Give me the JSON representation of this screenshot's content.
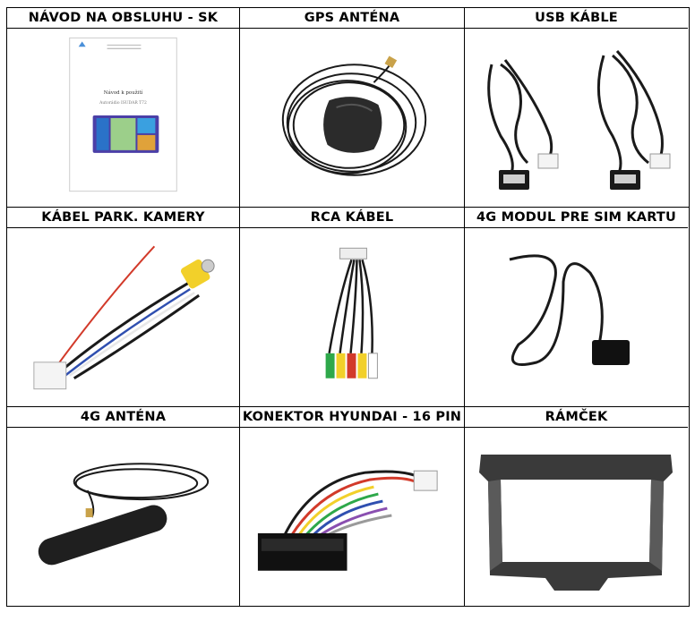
{
  "cells": [
    {
      "title": "NÁVOD NA OBSLUHU - SK",
      "icon": "manual-booklet-icon"
    },
    {
      "title": "GPS ANTÉNA",
      "icon": "gps-antenna-icon"
    },
    {
      "title": "USB KÁBLE",
      "icon": "usb-cables-icon"
    },
    {
      "title": "KÁBEL PARK. KAMERY",
      "icon": "camera-cable-icon"
    },
    {
      "title": "RCA KÁBEL",
      "icon": "rca-cable-icon"
    },
    {
      "title": "4G MODUL PRE SIM KARTU",
      "icon": "sim-module-icon"
    },
    {
      "title": "4G ANTÉNA",
      "icon": "4g-antenna-icon"
    },
    {
      "title": "KONEKTOR HYUNDAI - 16 PIN",
      "icon": "hyundai-connector-icon"
    },
    {
      "title": "RÁMČEK",
      "icon": "frame-icon"
    }
  ],
  "manual": {
    "title": "Návod k použití",
    "subtitle": "Autorádio ISUDAR T72"
  }
}
